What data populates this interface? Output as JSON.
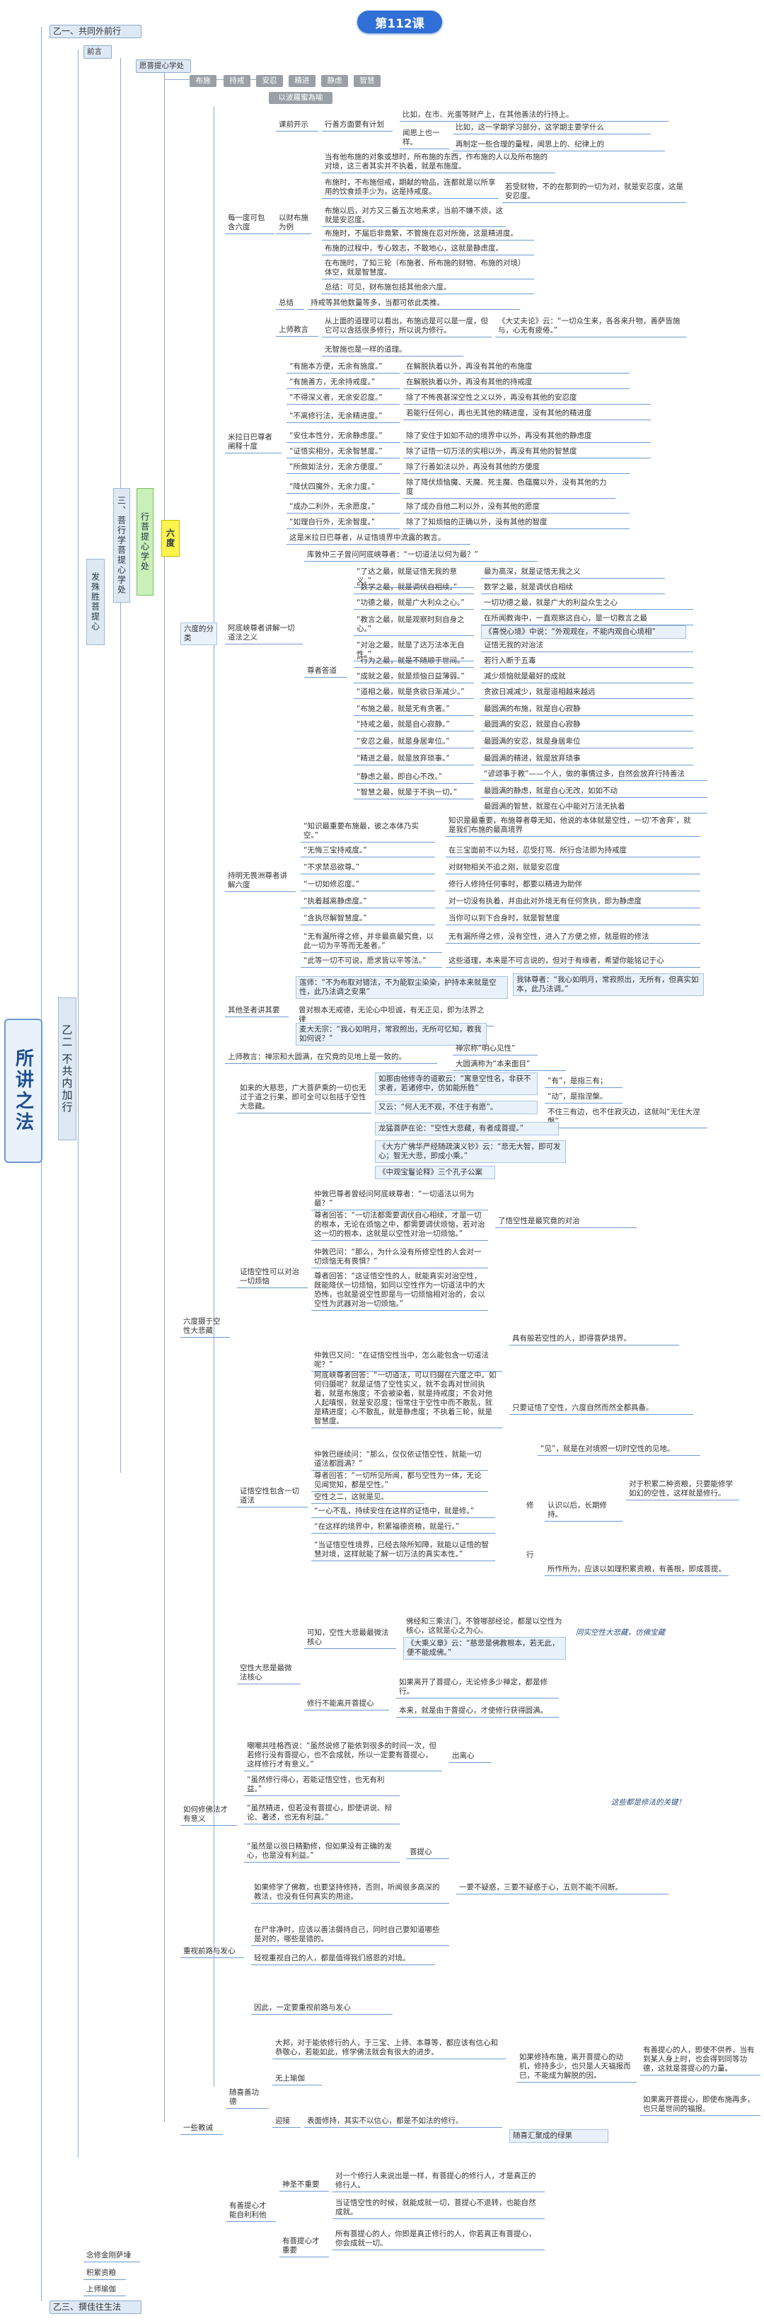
{
  "header": {
    "lesson": "第112课"
  },
  "root": {
    "label": "所讲之法"
  },
  "top": {
    "yi_yi": "乙一、共同外前行",
    "qianyan": "前言",
    "yi_er": "乙二 不共内加行",
    "yi_san": "乙三、撰佳往生法"
  },
  "branches": {
    "faputi": "发殊胜菩提心",
    "san_xiu": "三、菩行学菩提心学处",
    "xing_pusa": "行菩提心学处",
    "liudu": "六度"
  },
  "tags": [
    "愿菩提心学处",
    "布施",
    "持戒",
    "安忍",
    "精进",
    "静虑",
    "智慧"
  ],
  "tag_sub": "以波羅蜜為喻",
  "sections": {
    "s1": "每一度可包含六度",
    "s1a": "课前开示",
    "s1b": "以财布施为例",
    "s1c": "总结",
    "s1d": "上师教言",
    "s2": "米拉日巴尊者阐释十度",
    "s3": "六度的分类",
    "s3a": "阿底峡尊者讲解一切道法之义",
    "s3b": "尊者答道",
    "s3c": "持明无畏洲尊者讲解六度",
    "s3d": "其他圣者讲其要",
    "s3e": "上师教言",
    "s4": "六度摄于空性大悲藏",
    "s4a": "如来的大慈悲，广大菩萨乘的一切也无过于道之行果，即可全可以包括于空性大悲藏。",
    "s4b": "证悟空性可以对治一切烦恼",
    "s4c": "证悟空性包含一切道法",
    "s4d": "空性大悲是最微法核心",
    "s5": "如何修佛法才有意义",
    "s6": "重视前路与发心",
    "s7": "一些教诫",
    "s7a": "随喜善功德",
    "s7b": "有善提心才能自利利他",
    "end1": "念修金刚萨埵",
    "end2": "积累资粮",
    "end3": "上师瑜伽"
  },
  "lines": {
    "a1": "比如，在市、光蛋等财产上，在其他善法的行持上。",
    "a2": "闻思上也一样。",
    "a3": "比如，这一学期学习部分，这学期主要学什么",
    "a4": "再制定一些合理的量程，闻思上的、纪律上的",
    "a5": "行善方面要有计划",
    "b1": "当有他布施的对象或想时，所布施的东西，作布施的人以及所布施的对境，这三者其实并不执着，就是布施度。",
    "b2": "布施时，不布施但戒，期献的物品，连都就是以所享用的饮食烦手少为，这是持戒度。",
    "b3": "若受财物，不的在那到的一切为对，就是安忍度，这是安忍度。",
    "b4": "布施以后，对方又三番五次地来求，当前不嫌不烦，这就是安忍度。",
    "b5": "布施时，不届后非竟繁，不管施在忍对所施，这是精进度。",
    "b6": "布施的过程中，专心致志，不散地心，这就是静虑度。",
    "b7": "在布施时，了知三轮（布施者、所布施的财物、布施的对境）体空，就是智慧度。",
    "b8": "总结：可见，财布施包括其他余六度。",
    "c1": "持戒等其他数量等多，当都可依此类推。",
    "d1": "从上面的道理可以看出，布施远是可以是一度，但它可以含括很多修行，所以说为修行。",
    "d2": "《大丈夫论》云：“一切众生来，各各来升物，善萨皆施与，心无有疲倦。”",
    "d3": "无智施也是一样的道理。",
    "e1": "“有施本方便，无余有施度。”",
    "e2": "“有施善方，无余持戒度。”",
    "e3": "“不得深义者，无余安忍度。”",
    "e4": "“不离修行法，无余精进度。”",
    "e5": "“安住本性分，无余静虑度。”",
    "e6": "“证悟实相分，无余智慧度。”",
    "e7": "“所做如法分，无余方便度。”",
    "e8": "“降伏四魔外，无余力度。”",
    "e9": "“成办二利外，无余愿度。”",
    "e10": "“如理自行外，无余智度。”",
    "e11": "这是米拉日巴尊者，从证悟境界中流露的教言。",
    "f1": "在解脱执着以外，再没有其他的布施度",
    "f2": "在解脱执着以外，再没有其他的持戒度",
    "f3": "除了不怖畏甚深空性之义以外，再没有其他的安忍度",
    "f4": "若能行任何心，再也无其他的精进度，没有其他的精进度",
    "f5": "除了安住于如如不动的境界中以外，再没有其他的静虑度",
    "f6": "除了证悟一切万法的实相以外，再没有其他的智慧度",
    "f7": "除了行善如法以外，再没有其他的方便度",
    "f8": "除了降伏烦恼魔、天魔、死主魔、色蕴魔以外，没有其他的力度",
    "f9": "除了成办自他二利以外，没有其他的愿度",
    "f10": "除了了知烦恼的正确以外，没有其他的智度",
    "g1": "库敦仲三子曾问阿底峡尊者：“一切道法以何为最？”",
    "g2": "“了达之最，就是证悟无我的意义。”",
    "g3": "“数学之最，就是调伏自相续。”",
    "g4": "“功德之最，就是广大利众之心。”",
    "g5": "“教言之最，就是观察时刻自身之心。”",
    "g6": "“对治之最，就是了达万法本无自性。”",
    "g7": "“行为之最，就是不随顺于世间。”",
    "g8": "“成就之最，就是烦恼日益薄弱。”",
    "g9": "“道相之最，就是贪欲日渐减少。”",
    "g10": "“布施之最，就是无有贪著。”",
    "g11": "“持戒之最，就是自心寂静。”",
    "g12": "“安忍之最，就是身居卑位。”",
    "g13": "“精进之最，就是放弃琐事。”",
    "g14": "“静虑之最，即自心不改。”",
    "g15": "“智慧之最，就是于不执一切。”",
    "h1": "最为高深，就是证悟无我之义",
    "h2": "数学之最，就是调伏自相续",
    "h3": "一切功德之最，就是广大的利益众生之心",
    "h4": "在所闻教诲中，一直观察这自心，是一切教言之最",
    "h5": "《喜悦心境》中说：“外观观在，不能内观自心境相”",
    "h6": "证悟无我的对治法",
    "h7": "若行入断于五毒",
    "h8": "减少烦恼就是最好的成就",
    "h9": "贪欲日减减少，就是道相越来越远",
    "h10": "最圆满的布施，就是自心寂静",
    "h11": "最圆满的安忍，就是自心寂静",
    "h12": "最圆满的安忍，就是身居卑位",
    "h13": "最圆满的精进，就是放弃琐事",
    "h14": "“谚颂事于教”——个人，做的事情过多，自然会放弃行持善法",
    "h15": "最圆满的静虑，就是自心无改，如如不动",
    "h16": "最圆满的智慧，就是在心中能对万法无执着",
    "i1": "“知识最重要布施最，彼之本体乃实空。”",
    "i2": "“无悔三宝持戒度。”",
    "i3": "“不求禁忌欲尊。”",
    "i4": "“一切如修忍度。”",
    "i5": "“执着越离静虑度。”",
    "i6": "“含执尽解智慧度。”",
    "i7": "“无有漏所得之修，并非最高最究竟，以此一切为平等而无差者。”",
    "i8": "“此等一切不可说，愿求皆以平等法。”",
    "j1": "知识是最重要，布施尊者尊无知，他说的本体就是空性，一切‘不舍弃’，就是我们布施的最高境界",
    "j2": "在三宝面前不以为轻，忍受打骂、所行合法即为持戒度",
    "j3": "对财物相关不追之刚，就是安忍度",
    "j4": "修行人修持任何事时，都要以精进为助伴",
    "j5": "对一切没有执着，并由此对外境无有任何贪执，即为静虑度",
    "j6": "当你可以到下合身时，就是智慧度",
    "j7": "无有漏所得之修，没有空性，进入了方便之修，就是假的修法",
    "j8": "这些道理，本来是不可言说的，但对于有缘者，希望你能铭记于心",
    "k1": "莲师：“不为布取对错法，不为能取尘染染，护持本来就是空性，此乃法调之安果”",
    "k2": "我钵尊者：“我心如明月，常寂照出，无所有，但真实如本，此乃法调。”",
    "k3": "曾对根本无戒德，无论心中坦诚，有无正见，即为法界之律",
    "k4": "麦大无宗：“我心如明月，常寂照出，无所可忆知，教我如何说？”",
    "k5": "上师教言：禅宗和大圆满，在究竟的见地上是一致的。",
    "k6": "禅宗称“明心见性”",
    "k7": "大圆满称为“本来面目”",
    "l1": "如那由他修寺的道歌云：“寓意空性名，非获不求者，若诸修中，仿如能所胜”",
    "l2": "又云：“何人无不观，不住于有愿”。",
    "l3": "“有”，是指三有；",
    "l4": "“动”，是指涅槃。",
    "l5": "不住三有边，也不住寂灭边，这就叫“无住大涅槃”",
    "l6": "龙猛菩萨在论：“空性大悲藏，有者成菩提。”",
    "l7": "《大方广佛华严经随疏演义钞》云：“悲无大智，即可发心；智无大悲，即成小乘。”",
    "l8": "《中观宝鬘论释》三个孔子公案",
    "m1": "仲敦巴尊者曾经问阿底峡尊者：“一切道法以何为最？”",
    "m2": "尊者回答：“一切法都需要调伏自心相续，才是一切的根本，无论在烦恼之中，都需要调伏烦恼，若对治这一切的根本，这就是以空性对治一切烦恼。”",
    "m3": "仲敦巴问：“那么，为什么没有所修空性的人会对一切烦恼无有畏惧？”",
    "m4": "尊者回答：“这证悟空性的人，就能真实对治空性，既能降伏一切烦恼，如同以空性作为一切道法中的大恐怖，也就是说空性即是与一切烦恼相对治的，会以空性为武器对治一切烦恼。”",
    "m5": "了悟空性是最究竟的对治",
    "m6": "具有般若空性的人，即得菩萨境界。",
    "m7": "仲敦巴又问：“在证悟空性当中，怎么能包含一切道法呢？”",
    "m8": "阿底峡尊者回答：“一切道法，可以归摄在六度之中。如何归摄呢？就是证悟了空性实义，就不会再对世间执着，就是布施度；不会被染着，就是持戒度；不会对他人起嗔恨，就是安忍度；恒常住于空性中而不散乱，就是精进度；心不散乱，就是静虑度；不执着三轮，就是智慧度。",
    "m9": "只要证悟了空性，六度自然而然全都具备。",
    "n1": "仲敦巴继续问：“那么，仅仅依证悟空性，就能一切道法都圆满？”",
    "n2": "尊者回答：“一切所见所闻，都与空性为一体，无论见闻觉知，都是空性。”",
    "n3": "空性之二，这就是见。",
    "n4": "“见”，就是在对境照一切时空性的见地。",
    "n5": "“一心不乱，持续安住在这样的证悟中，就是修。”",
    "n6": "“在这样的境界中，积累福德资粮，就是行。”",
    "n7": "“当证悟空性境界，已经去除所知障，就能以证悟的智慧对境，这样就能了解一切万法的真实本性。”",
    "o1": "修",
    "o2": "认识以后，长期修持。",
    "o3": "行",
    "o4": "所作所为，应该以如理积累资粮，有善根，即成菩提。",
    "o5": "对于积累二种资粮，只要能修学如幻的空性，这样就是修行。",
    "p1": "可知，空性大悲最最微法核心",
    "p2": "佛经和三乘法门，不管哪部经论，都是以空性为核心，这就是心之为心。",
    "p3": "《大乘义章》云：“慈悲是佛教根本，若无此，便不能成佛。”",
    "p4": "同实空性大悲藏，仿佛宝藏",
    "q1": "如果离开了菩提心，无论修多少禅定，都是修行。",
    "q2": "修行不能离开菩提心",
    "q3": "本来，就是由于菩提心，才使修行获得圆满。",
    "r1": "嘲嘲共哇格西说：“虽然说修了能依到很多的时间一次，但若修行没有菩提心，也不会成就，所以一定要有菩提心，这样修行才有意义。”",
    "r2": "“虽然修行得心，若能证悟空性，也无有利益。”",
    "r3": "“虽然精进，但若没有菩提心，即使讲说、辩论、著述，也无有利益。”",
    "r4": "“虽然是以很日精勤修，但如果没有正确的发心，也是没有利益。”",
    "r5": "出离心",
    "r6": "菩提心",
    "r7": "这些都是修法的关键！",
    "s1": "如果修学了佛教，也要坚持修持，否则，听闻很多高深的教法，也没有任何真实的用途。",
    "s2": "一要不疑惑，三要不疑惑于心，五则不能不间断。",
    "s3": "在尸非净时，应该以善法摄持自己，同时自己要知道哪些是对的，哪些是错的。",
    "s4": "轻视重视自己的人，都是值得我们感恩的对境。",
    "s5": "因此，一定要重视前路与发心",
    "t1": "大邦，对于能依修行的人，于三宝、上师、本尊等，都应该有信心和恭敬心，若能如此，修学佛法就会有很大的进步。",
    "t2": "无上瑜伽",
    "t3": "迎接",
    "t4": "表面修持，其实不以信心，都是不如法的修行。",
    "t5": "随喜汇聚成的绿果",
    "u1": "神圣不重要",
    "u2": "有菩提心才重要",
    "u3": "对一个修行人来说出是一样，有菩提心的修行人，才是真正的修行人。",
    "u4": "当证悟空性的时候，就能成就一切，菩提心不退转，也能自然成就。",
    "u5": "所有菩提心的人，你即是真正修行的人，你若真正有菩提心，你会成就一切。",
    "v1": "如果修持布施，离开菩提心的动机，修持多少，也只是人天福报而已，不能成为解脱的因。",
    "v2": "有善提心的人，即使不供养，当有到某人身上时，也会得到同等功德，这就是菩提心的力量。",
    "v3": "如果离开菩提心，即使布施再多，也只是世间的福报。"
  }
}
